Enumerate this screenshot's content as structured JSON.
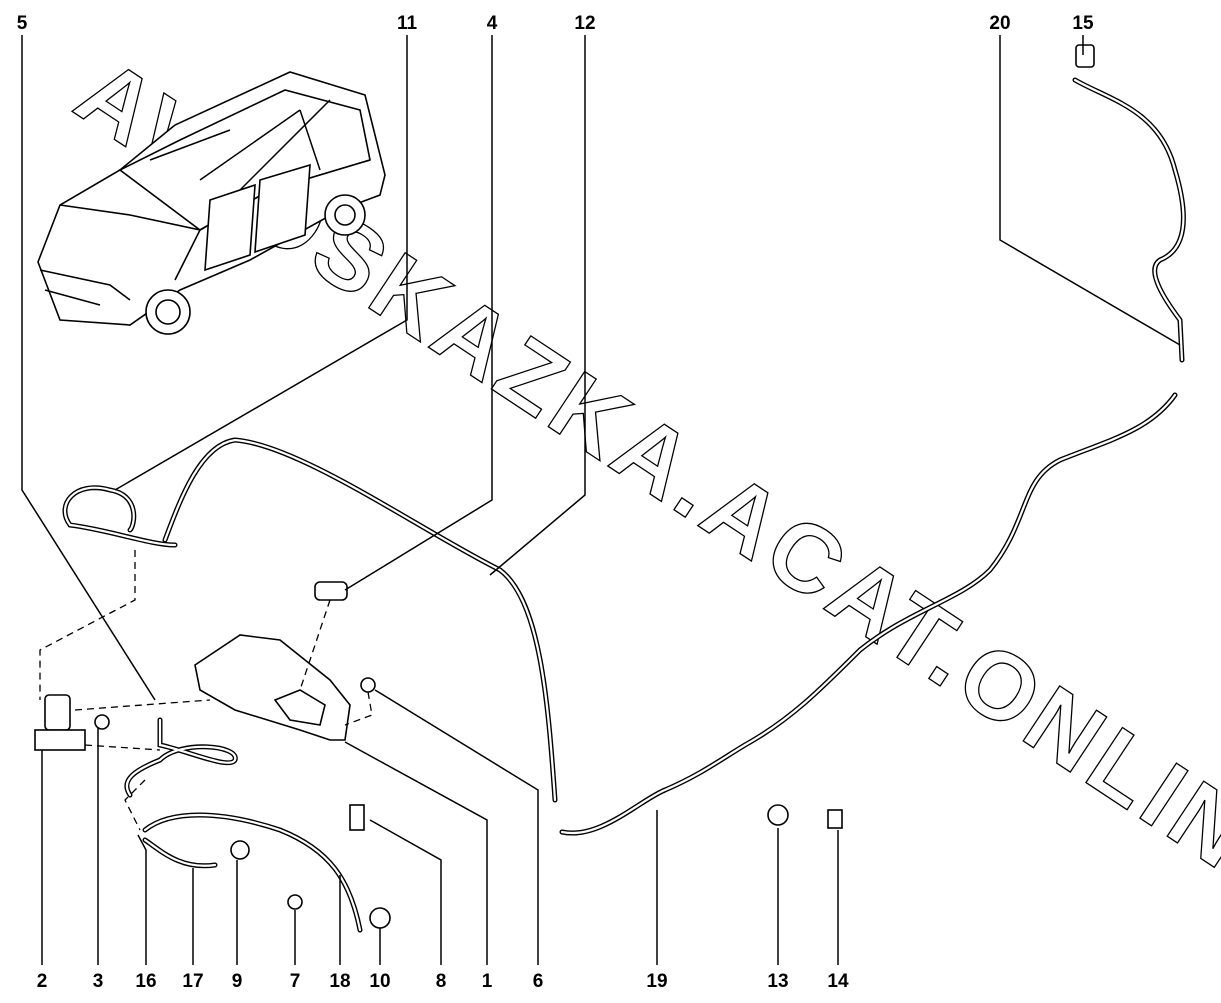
{
  "diagram": {
    "watermark": "AVTOSKAZKA.ACAT.ONLINE",
    "top_labels": [
      "5",
      "11",
      "4",
      "12",
      "20",
      "15"
    ],
    "bottom_labels": [
      "2",
      "3",
      "16",
      "17",
      "9",
      "7",
      "18",
      "10",
      "8",
      "1",
      "6",
      "19",
      "13",
      "14"
    ]
  }
}
